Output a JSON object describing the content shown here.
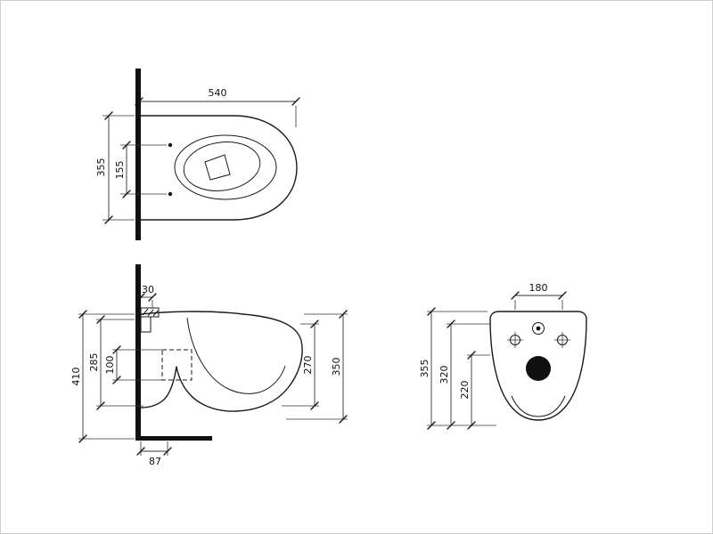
{
  "title": "Wall-hung toilet technical drawing (three views)",
  "colors": {
    "line": "#1a1a1a",
    "dimension": "#333333",
    "background": "#ffffff",
    "border": "#cfcfcf"
  },
  "views": {
    "plan": {
      "width": "540",
      "depth": "355",
      "hole_spacing": "155"
    },
    "side": {
      "bracket": "30",
      "total_height": "410",
      "body_height": "285",
      "inlet": "100",
      "bowl": "270",
      "front_height": "350",
      "outlet_offset": "87"
    },
    "rear": {
      "fixing_centres": "180",
      "h_top": "355",
      "h_mid": "320",
      "h_low": "220"
    }
  }
}
